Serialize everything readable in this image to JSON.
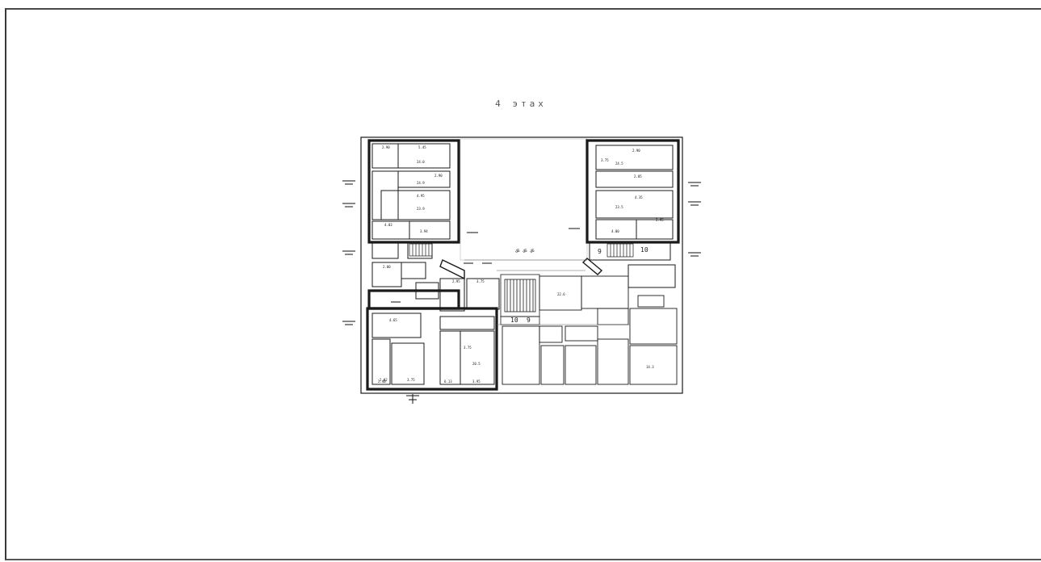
{
  "floor_title": "4 этах",
  "corridor_label": "ॐ ॐ ॐ",
  "stair_labels": [
    "10",
    "9",
    "10",
    "9"
  ],
  "room_labels": [
    "2.90",
    "5.45",
    "24.0",
    "2.90",
    "24.9",
    "4.95",
    "23.9",
    "4.03",
    "3.94",
    "2.00",
    "2.90",
    "24.5",
    "2.05",
    "3.75",
    "4.35",
    "23.5",
    "2.95",
    "4.00",
    "2.02",
    "3.75",
    "20.5",
    "22.6",
    "14.3",
    "4.65",
    "2.40",
    "3.75",
    "6.13",
    "3.95",
    "2.95",
    "3.75"
  ]
}
